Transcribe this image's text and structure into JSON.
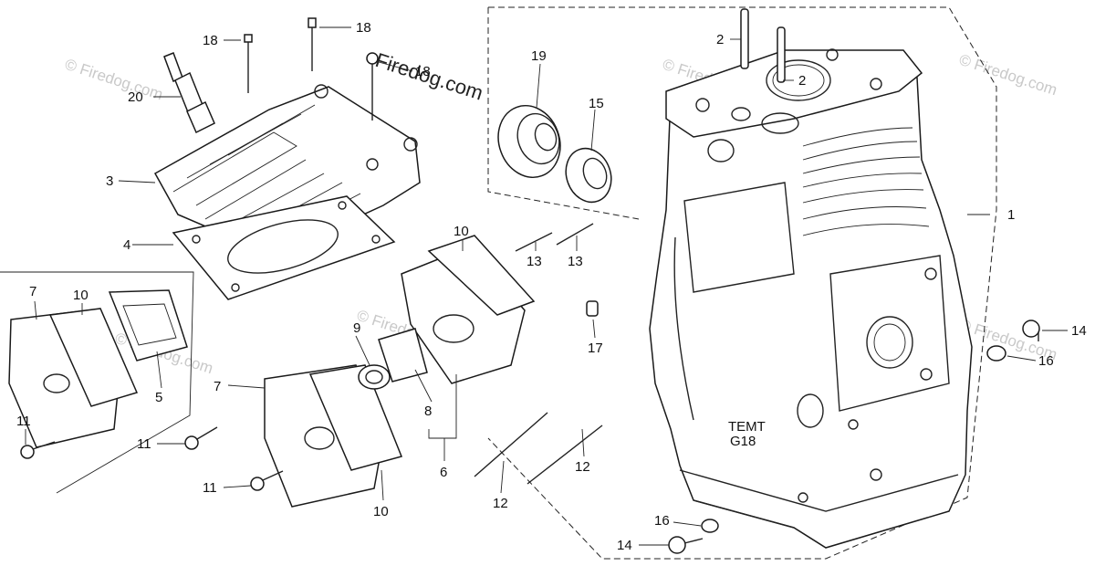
{
  "watermark": {
    "main": "Firedog.com",
    "tile": "© Firedog.com"
  },
  "callouts": [
    {
      "id": "c-1",
      "text": "1"
    },
    {
      "id": "c-2a",
      "text": "2"
    },
    {
      "id": "c-2b",
      "text": "2"
    },
    {
      "id": "c-3",
      "text": "3"
    },
    {
      "id": "c-4",
      "text": "4"
    },
    {
      "id": "c-5",
      "text": "5"
    },
    {
      "id": "c-6",
      "text": "6"
    },
    {
      "id": "c-7a",
      "text": "7"
    },
    {
      "id": "c-7b",
      "text": "7"
    },
    {
      "id": "c-8",
      "text": "8"
    },
    {
      "id": "c-9",
      "text": "9"
    },
    {
      "id": "c-10a",
      "text": "10"
    },
    {
      "id": "c-10b",
      "text": "10"
    },
    {
      "id": "c-10c",
      "text": "10"
    },
    {
      "id": "c-11a",
      "text": "11"
    },
    {
      "id": "c-11b",
      "text": "11"
    },
    {
      "id": "c-11c",
      "text": "11"
    },
    {
      "id": "c-12a",
      "text": "12"
    },
    {
      "id": "c-12b",
      "text": "12"
    },
    {
      "id": "c-13a",
      "text": "13"
    },
    {
      "id": "c-13b",
      "text": "13"
    },
    {
      "id": "c-14a",
      "text": "14"
    },
    {
      "id": "c-14b",
      "text": "14"
    },
    {
      "id": "c-15",
      "text": "15"
    },
    {
      "id": "c-16a",
      "text": "16"
    },
    {
      "id": "c-16b",
      "text": "16"
    },
    {
      "id": "c-17",
      "text": "17"
    },
    {
      "id": "c-18a",
      "text": "18"
    },
    {
      "id": "c-18b",
      "text": "18"
    },
    {
      "id": "c-18c",
      "text": "18"
    },
    {
      "id": "c-19",
      "text": "19"
    },
    {
      "id": "c-20",
      "text": "20"
    }
  ],
  "casting_marks": [
    "TEMT",
    "G18"
  ]
}
